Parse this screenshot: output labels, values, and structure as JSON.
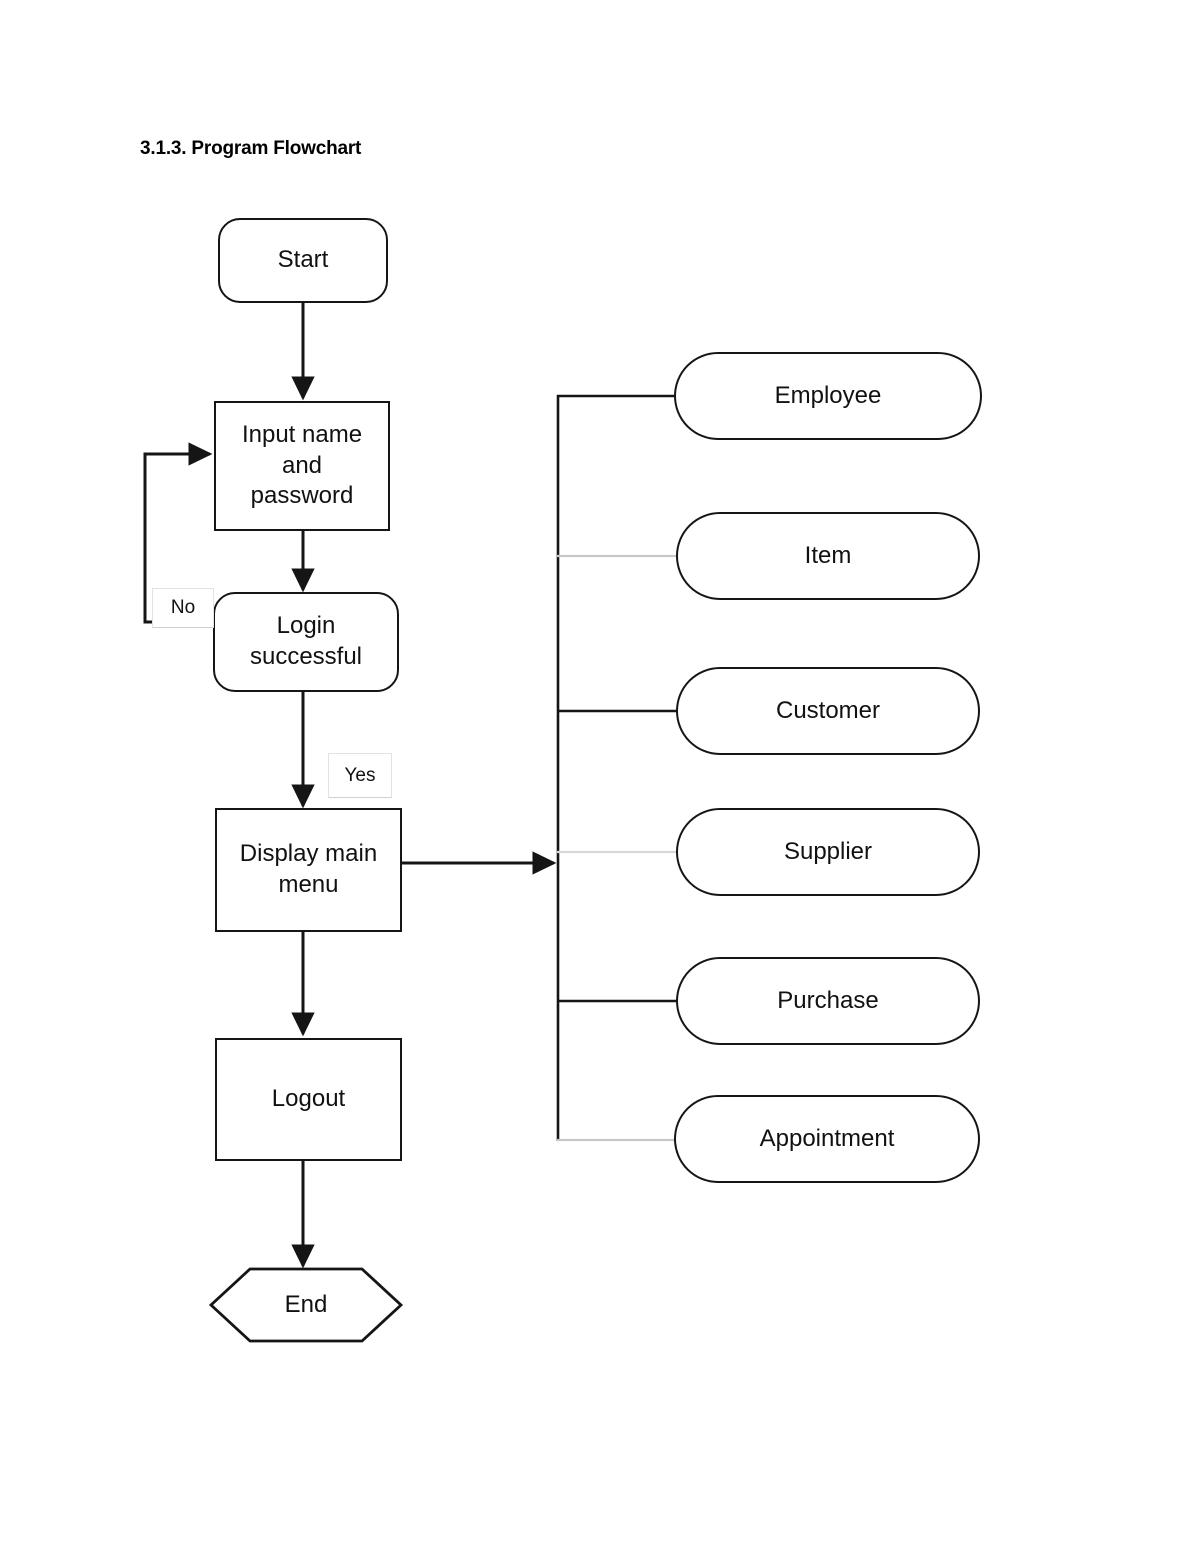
{
  "document": {
    "heading": "3.1.3. Program Flowchart"
  },
  "flowchart": {
    "nodes": {
      "start": {
        "label": "Start",
        "shape": "rounded-rectangle"
      },
      "input": {
        "label": "Input name\nand\npassword",
        "shape": "rectangle"
      },
      "login": {
        "label": "Login\nsuccessful",
        "shape": "rounded-rectangle"
      },
      "main_menu": {
        "label": "Display main\nmenu",
        "shape": "rectangle"
      },
      "logout": {
        "label": "Logout",
        "shape": "rectangle"
      },
      "end": {
        "label": "End",
        "shape": "hexagon"
      }
    },
    "edge_labels": {
      "no": "No",
      "yes": "Yes"
    },
    "menu_options": [
      {
        "label": "Employee",
        "shape": "pill"
      },
      {
        "label": "Item",
        "shape": "pill"
      },
      {
        "label": "Customer",
        "shape": "pill"
      },
      {
        "label": "Supplier",
        "shape": "pill"
      },
      {
        "label": "Purchase",
        "shape": "pill"
      },
      {
        "label": "Appointment",
        "shape": "pill"
      }
    ],
    "colors": {
      "stroke": "#151515",
      "light_stroke": "#c8c8c8",
      "text": "#111111",
      "background": "#ffffff",
      "label_border": "#e2e2e2"
    }
  }
}
